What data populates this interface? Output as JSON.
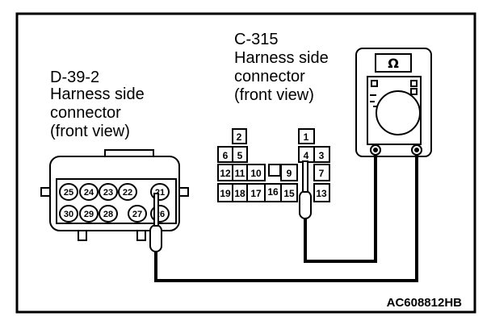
{
  "left_connector": {
    "line1": "D-39-2",
    "line2": "Harness side",
    "line3": "connector",
    "line4": "(front view)",
    "pins_top": [
      "25",
      "24",
      "23",
      "22",
      "21"
    ],
    "pins_bottom": [
      "30",
      "29",
      "28",
      "27",
      "26"
    ]
  },
  "right_connector": {
    "line1": "C-315",
    "line2": "Harness side",
    "line3": "connector",
    "line4": "(front view)",
    "pins": [
      "1",
      "2",
      "3",
      "4",
      "5",
      "6",
      "7",
      "9",
      "10",
      "11",
      "12",
      "13",
      "15",
      "16",
      "17",
      "18",
      "19"
    ]
  },
  "meter": {
    "symbol": "Ω"
  },
  "figure_code": "AC608812HB"
}
